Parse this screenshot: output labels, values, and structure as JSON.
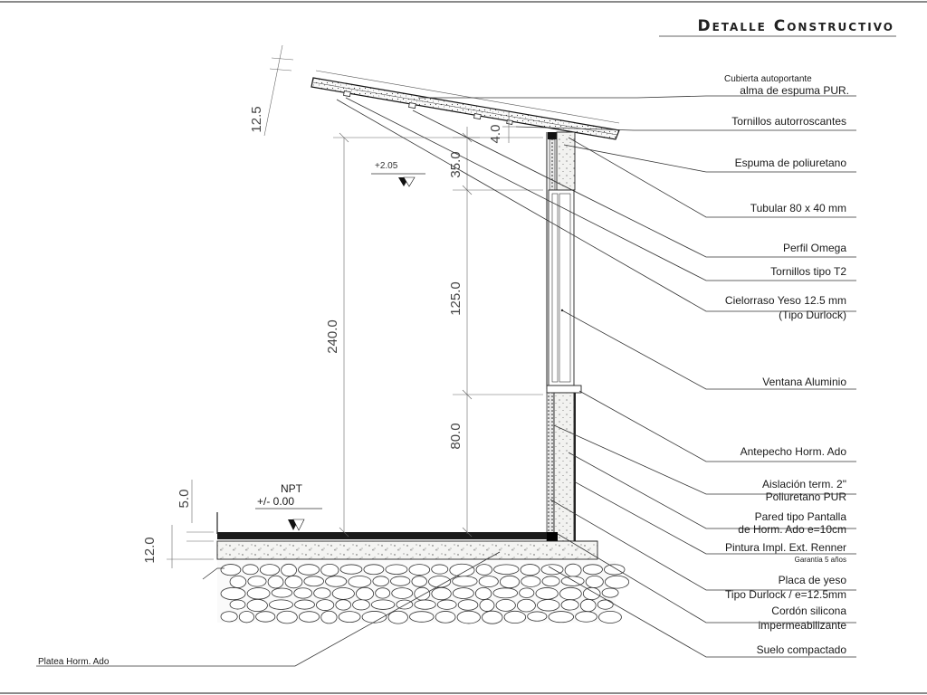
{
  "title": "Detalle Constructivo",
  "labels": {
    "cubierta_line1": "Cubierta autoportante",
    "cubierta_line2": "alma de espuma PUR.",
    "tornillos_auto": "Tornillos autorroscantes",
    "espuma": "Espuma de poliuretano",
    "tubular": "Tubular 80 x 40 mm",
    "perfil_omega": "Perfil Omega",
    "tornillos_t2": "Tornillos tipo T2",
    "cielorraso_line1": "Cielorraso Yeso 12.5 mm",
    "cielorraso_line2": "(Tipo Durlock)",
    "ventana": "Ventana Aluminio",
    "antepecho": "Antepecho Horm. Ado",
    "aislacion_line1": "Aislación term. 2\"",
    "aislacion_line2": "Poliuretano PUR",
    "pared_line1": "Pared tipo Pantalla",
    "pared_line2": "de Horm. Ado e=10cm",
    "pintura": "Pintura Impl. Ext. Renner",
    "garantia": "Garantía 5 años",
    "placa_line1": "Placa de yeso",
    "placa_line2": "Tipo Durlock /  e=12.5mm",
    "cordon_line1": "Cordón silicona",
    "cordon_line2": "impermeabilizante",
    "suelo": "Suelo compactado",
    "platea": "Platea Horm. Ado"
  },
  "dimensions": {
    "roof_thickness": "12.5",
    "gap": "4.0",
    "upper_band": "35.0",
    "window_height": "125.0",
    "sill_height": "80.0",
    "total_height": "240.0",
    "step": "5.0",
    "slab": "12.0"
  },
  "levels": {
    "top_level": "+2.05",
    "npt_label": "NPT",
    "npt_value": "+/- 0.00"
  }
}
